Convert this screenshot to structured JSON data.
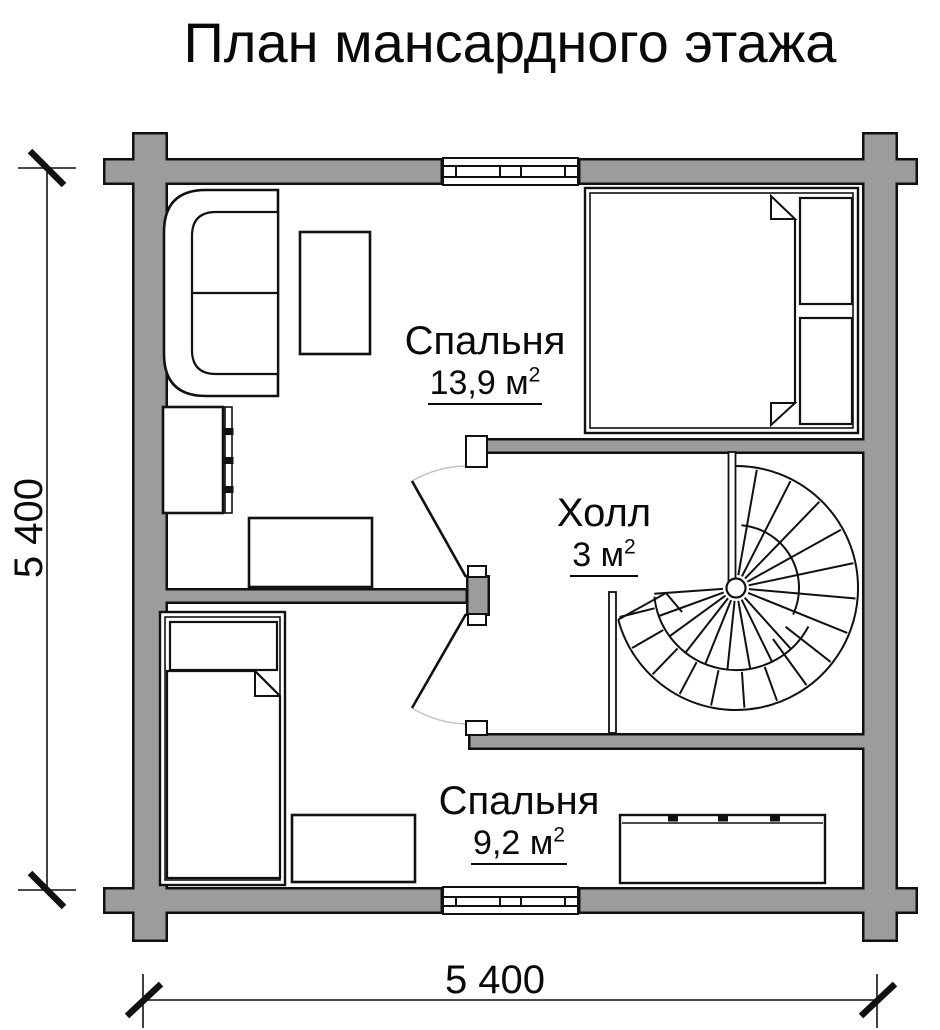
{
  "title": "План мансардного этажа",
  "rooms": [
    {
      "id": "bedroom-1",
      "name": "Спальня",
      "area": "13,9",
      "unit": "м",
      "area_sup": "2"
    },
    {
      "id": "hall",
      "name": "Холл",
      "area": "3",
      "unit": "м",
      "area_sup": "2"
    },
    {
      "id": "bedroom-2",
      "name": "Спальня",
      "area": "9,2",
      "unit": "м",
      "area_sup": "2"
    }
  ],
  "dimensions": {
    "left": "5 400",
    "bottom": "5 400"
  },
  "colors": {
    "wall_fill": "#9c9c9c",
    "line": "#111111",
    "door_swing": "#c4c4c4"
  }
}
